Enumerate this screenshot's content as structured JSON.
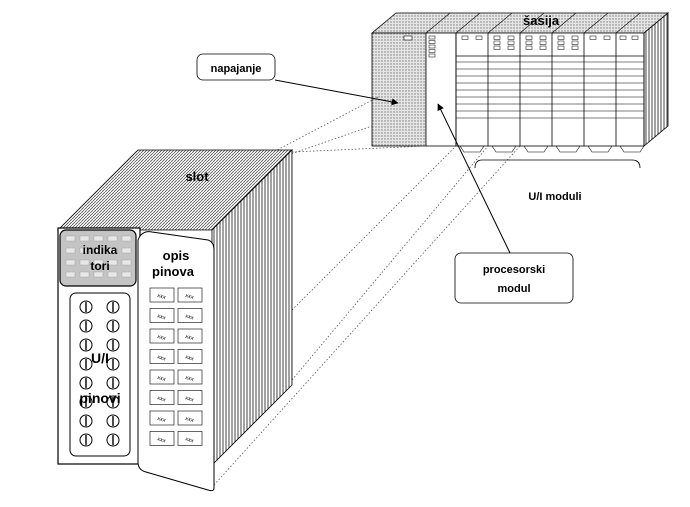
{
  "labels": {
    "sasija": "šasija",
    "napajanje": "napajanje",
    "slot": "slot",
    "ui_moduli": "U/I moduli",
    "procesorski_line1": "procesorski",
    "procesorski_line2": "modul",
    "indikatori_line1": "indika",
    "indikatori_line2": "tori",
    "opis_line1": "opis",
    "opis_line2": "pinova",
    "ui_pinovi_line1": "U/I",
    "ui_pinovi_line2": "pinovi"
  },
  "pin_label_text": "xxx",
  "colors": {
    "outline": "#000000",
    "dotted_fill": "#cfcfcf",
    "indicator_fill": "#c4c4c4",
    "background": "#ffffff"
  }
}
